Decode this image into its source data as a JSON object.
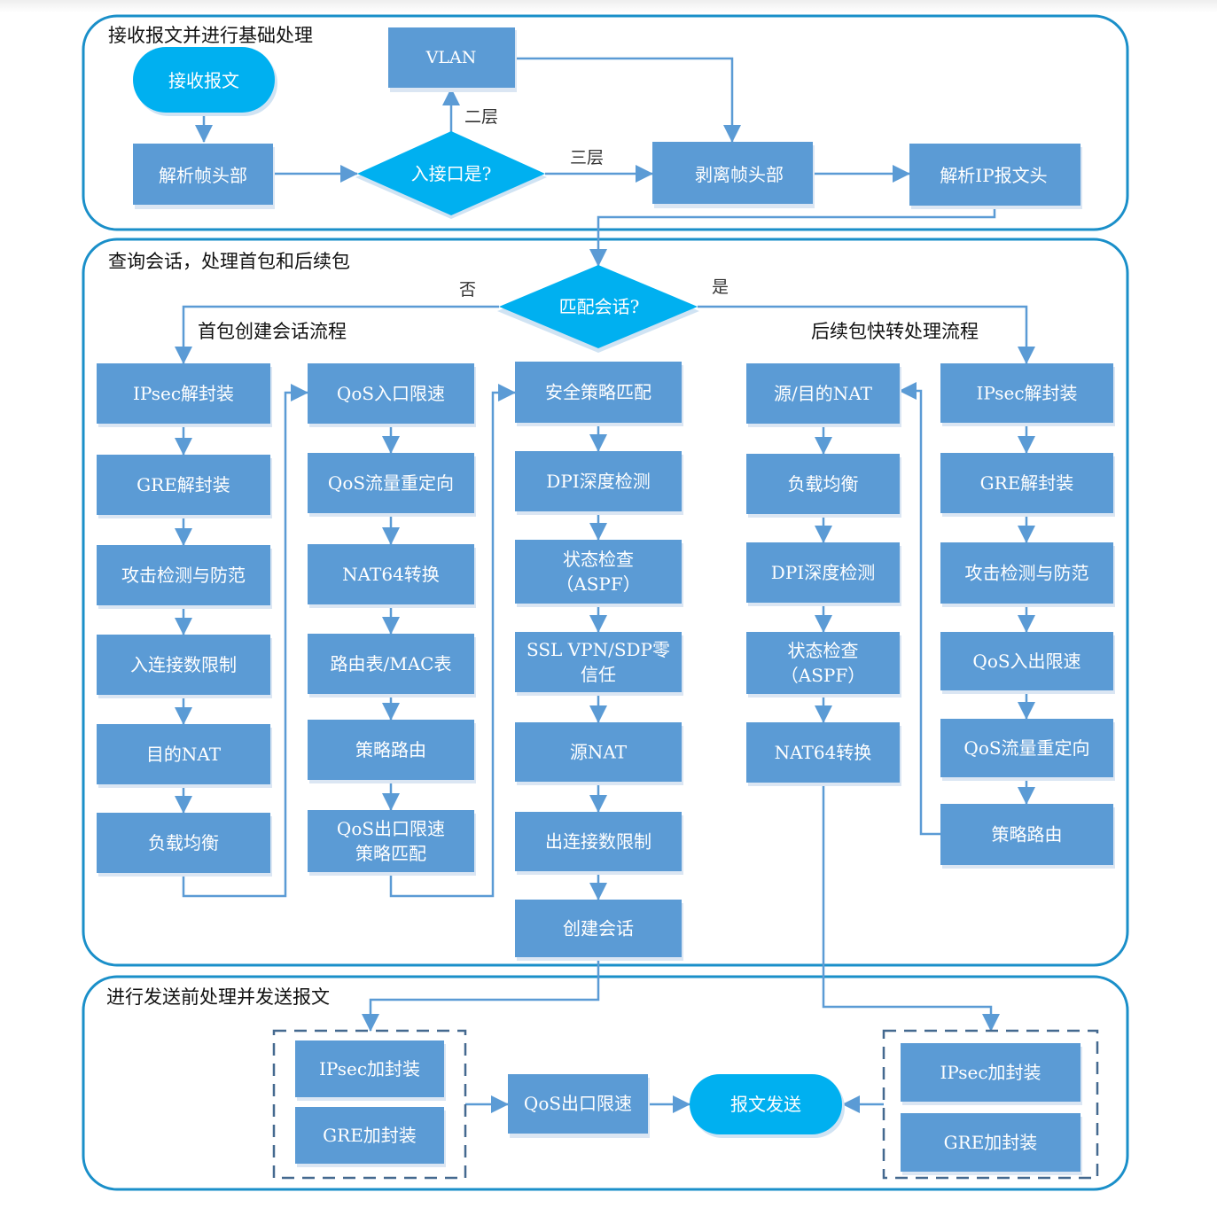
{
  "colors": {
    "frame": "#1a8fc9",
    "process_box": "#5b9bd5",
    "terminal_and_decision": "#00b0f0",
    "connector": "#5b9bd5",
    "dashed_group": "#44698f"
  },
  "sections": {
    "receive": {
      "title": "接收报文并进行基础处理"
    },
    "session": {
      "title": "查询会话，处理首包和后续包"
    },
    "send": {
      "title": "进行发送前处理并发送报文"
    }
  },
  "receive": {
    "start": "接收报文",
    "parse_frame_header": "解析帧头部",
    "decision_in_interface": "入接口是?",
    "vlan": "VLAN",
    "strip_frame_header": "剥离帧头部",
    "parse_ip_header": "解析IP报文头",
    "label_layer2": "二层",
    "label_layer3": "三层"
  },
  "session": {
    "decision_match_session": "匹配会话?",
    "label_no": "否",
    "label_yes": "是",
    "first_packet_title": "首包创建会话流程",
    "subsequent_title": "后续包快转处理流程",
    "first_col1": [
      "IPsec解封装",
      "GRE解封装",
      "攻击检测与防范",
      "入连接数限制",
      "目的NAT",
      "负载均衡"
    ],
    "first_col2": [
      "QoS入口限速",
      "QoS流量重定向",
      "NAT64转换",
      "路由表/MAC表",
      "策略路由",
      [
        "QoS出口限速",
        "策略匹配"
      ]
    ],
    "first_col3": [
      "安全策略匹配",
      "DPI深度检测",
      [
        "状态检查",
        "（ASPF）"
      ],
      [
        "SSL VPN/SDP零",
        "信任"
      ],
      "源NAT",
      "出连接数限制",
      "创建会话"
    ],
    "fast_col_left": [
      "源/目的NAT",
      "负载均衡",
      "DPI深度检测",
      [
        "状态检查",
        "（ASPF）"
      ],
      "NAT64转换"
    ],
    "fast_col_right": [
      "IPsec解封装",
      "GRE解封装",
      "攻击检测与防范",
      "QoS入出限速",
      "QoS流量重定向",
      "策略路由"
    ]
  },
  "send": {
    "left_group": [
      "IPsec加封装",
      "GRE加封装"
    ],
    "qos_egress": "QoS出口限速",
    "send_packet": "报文发送",
    "right_group": [
      "IPsec加封装",
      "GRE加封装"
    ]
  }
}
